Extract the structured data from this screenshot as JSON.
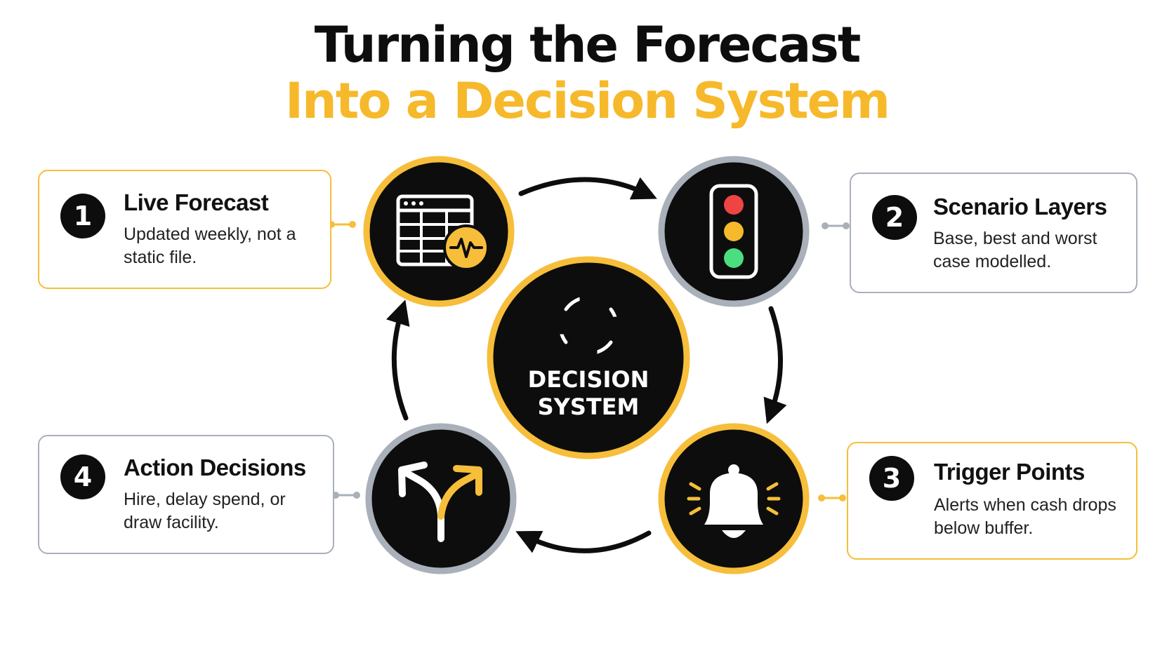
{
  "title": {
    "line1": "Turning the Forecast",
    "line2": "Into a Decision System"
  },
  "center": {
    "label": "DECISION SYSTEM",
    "icon": "cycle-arrows-icon"
  },
  "steps": [
    {
      "number": "1",
      "title": "Live Forecast",
      "description": "Updated weekly, not a static file.",
      "icon": "spreadsheet-pulse-icon",
      "accent": "#f6be3a"
    },
    {
      "number": "2",
      "title": "Scenario Layers",
      "description": "Base, best and worst case modelled.",
      "icon": "traffic-light-icon",
      "accent": "#a9b0ba"
    },
    {
      "number": "3",
      "title": "Trigger Points",
      "description": "Alerts when cash drops below buffer.",
      "icon": "bell-alert-icon",
      "accent": "#f6be3a"
    },
    {
      "number": "4",
      "title": "Action Decisions",
      "description": "Hire, delay spend, or draw facility.",
      "icon": "fork-arrows-icon",
      "accent": "#a9b0ba"
    }
  ],
  "colors": {
    "accent": "#f6be3a",
    "title_accent": "#f6b92b",
    "dark": "#0d0d0d",
    "grey": "#a9b0ba",
    "red": "#ef4444",
    "amber": "#f6b92b",
    "green": "#4ade80"
  }
}
